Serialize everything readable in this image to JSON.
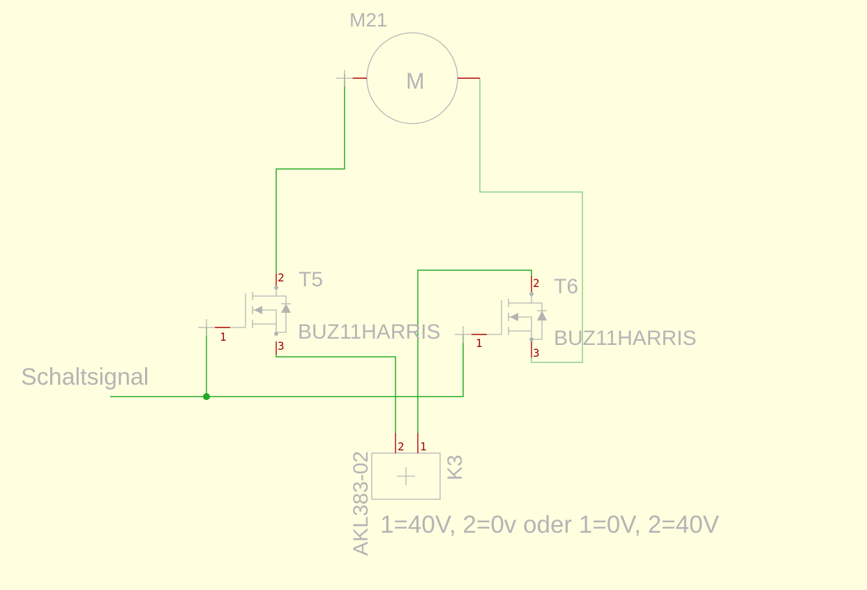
{
  "motor": {
    "ref": "M21",
    "symbol": "M"
  },
  "transistor_t5": {
    "ref": "T5",
    "value": "BUZ11HARRIS",
    "pins": [
      "1",
      "2",
      "3"
    ]
  },
  "transistor_t6": {
    "ref": "T6",
    "value": "BUZ11HARRIS",
    "pins": [
      "1",
      "2",
      "3"
    ]
  },
  "connector": {
    "ref": "K3",
    "value": "AKL383-02",
    "pins": [
      "2",
      "1"
    ]
  },
  "net_label": "Schaltsignal",
  "note": "1=40V, 2=0v oder 1=0V, 2=40V",
  "colors": {
    "background": "#ffffe0",
    "wire": "#22aa22",
    "pin": "#a00000",
    "symbol": "#b4b4b4"
  }
}
